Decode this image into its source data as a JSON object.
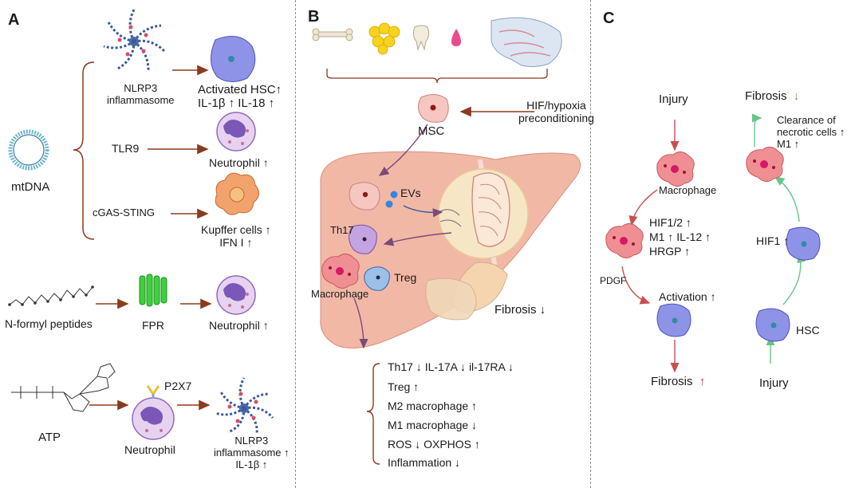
{
  "panels": {
    "a": {
      "label": "A",
      "mtdna": "mtDNA",
      "nlrp3": "NLRP3\ninflammasome",
      "hsc": "Activated HSC↑\nIL-1β ↑ IL-18 ↑",
      "tlr9": "TLR9",
      "neutrophil1": "Neutrophil ↑",
      "cgas": "cGAS-STING",
      "kupffer": "Kupffer cells ↑\nIFN I ↑",
      "nformyl": "N-formyl peptides",
      "fpr": "FPR",
      "neutrophil2": "Neutrophil ↑",
      "p2x7": "P2X7",
      "atp": "ATP",
      "neutrophil3": "Neutrophil",
      "nlrp3_2": "NLRP3\ninflammasome ↑\nIL-1β ↑"
    },
    "b": {
      "label": "B",
      "msc": "MSC",
      "hif": "HIF/hypoxia\npreconditioning",
      "evs": "EVs",
      "th17": "Th17",
      "treg": "Treg",
      "macrophage": "Macrophage",
      "fibrosis": "Fibrosis ↓",
      "outcomes": [
        "Th17 ↓  IL-17A ↓  il-17RA ↓",
        "Treg  ↑",
        "M2 macrophage ↑",
        "M1 macrophage ↓",
        "ROS ↓ OXPHOS ↑",
        "Inflammation ↓"
      ]
    },
    "c": {
      "label": "C",
      "injury_top": "Injury",
      "fibrosis_top": "Fibrosis",
      "fibrosis_top_arrow": "↓",
      "clearance": "Clearance of\nnecrotic cells ↑\nM1 ↑",
      "macrophage": "Macrophage",
      "hif12": "HIF1/2 ↑\nM1 ↑ IL-12 ↑\nHRGP ↑",
      "hif1": "HIF1 ↑",
      "pdgf": "PDGF",
      "activation": "Activation ↑",
      "hsc": "HSC",
      "fibrosis_bottom": "Fibrosis",
      "fibrosis_bottom_arrow": "↑",
      "injury_bottom": "Injury"
    }
  },
  "colors": {
    "brown_arrow": "#8b3a1e",
    "green_arrow": "#66c487",
    "red_arrow": "#d93a3a",
    "liver": "#f2b8a6",
    "hsc_cell": "#8f93e8",
    "macrophage_cell": "#f08f93",
    "fpr_green": "#3fcf3f"
  },
  "icons": [
    "bone-icon",
    "fat-icon",
    "tooth-icon",
    "blood-drop-icon",
    "placenta-icon",
    "mitochondria-icon",
    "liver-icon"
  ]
}
